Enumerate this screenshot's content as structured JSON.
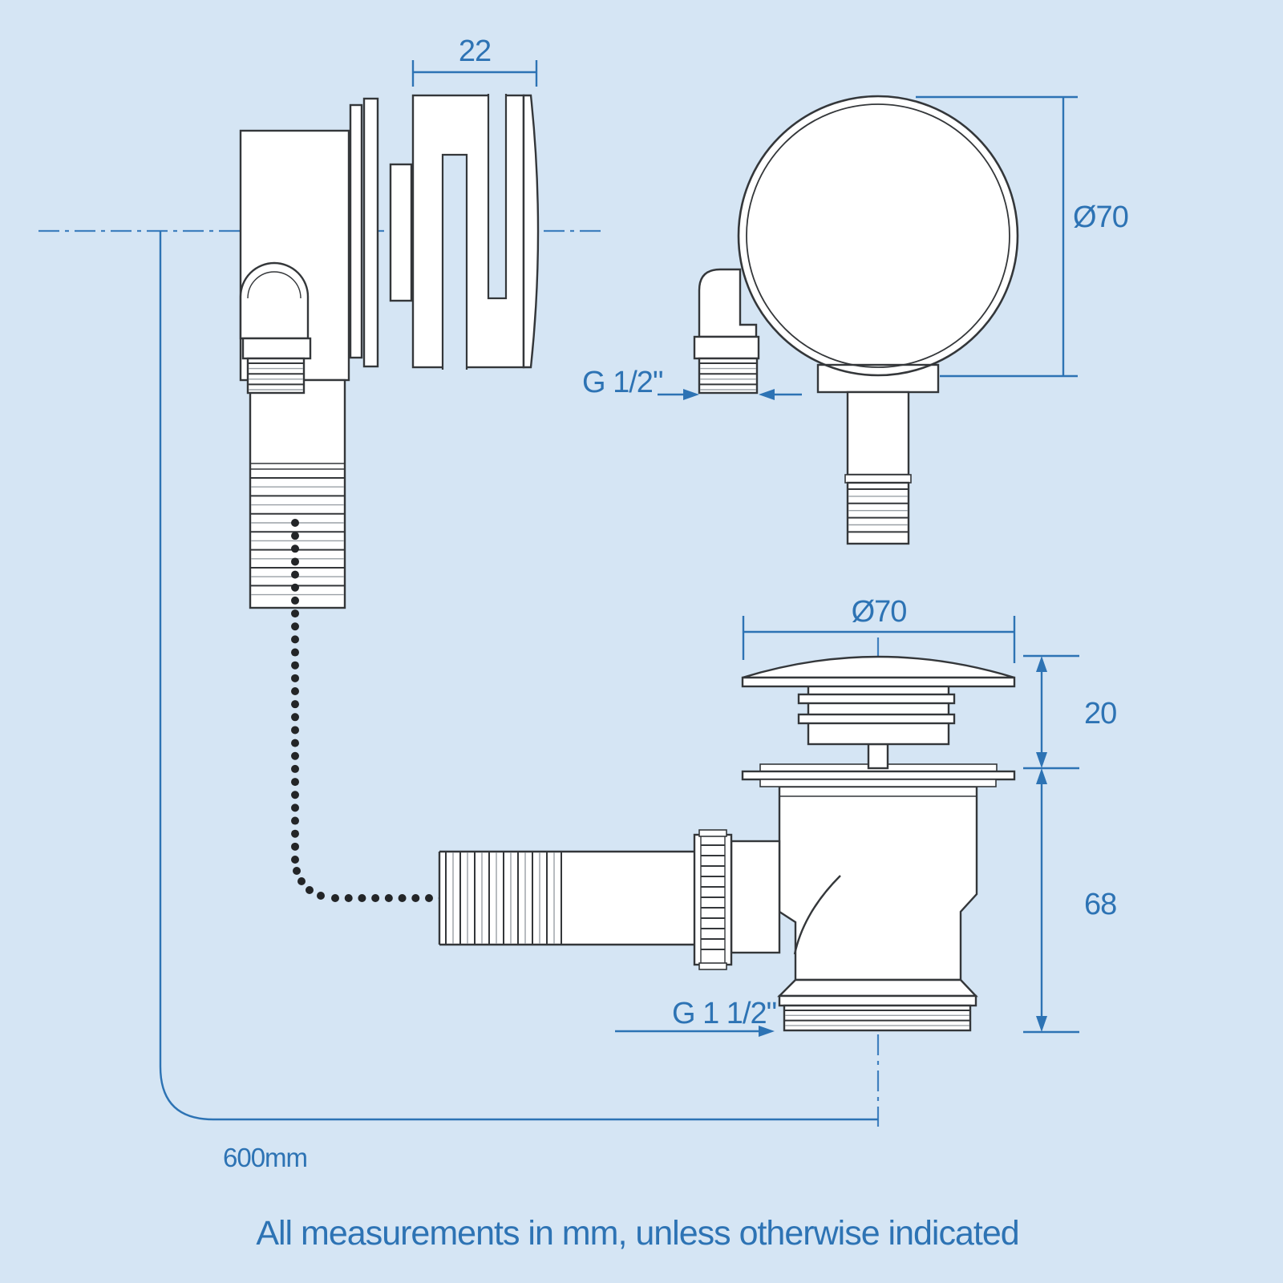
{
  "diagram": {
    "side_view": {
      "width_dim": "22"
    },
    "front_view": {
      "diameter_dim": "Ø70",
      "thread_dim": "G 1/2\""
    },
    "waste_view": {
      "diameter_dim": "Ø70",
      "cap_height_dim": "20",
      "body_height_dim": "68",
      "thread_dim": "G 1 1/2\""
    },
    "overflow_pipe_length_dim": "600mm",
    "footer_note": "All measurements in mm, unless otherwise indicated",
    "colors": {
      "background": "#d5e5f4",
      "line_dark": "#34373a",
      "line_light": "#9aa0a6",
      "dimension_blue": "#2d73b4",
      "centerline_blue": "#4080bf",
      "chain_dot": "#232527",
      "fill_white": "#ffffff"
    }
  }
}
